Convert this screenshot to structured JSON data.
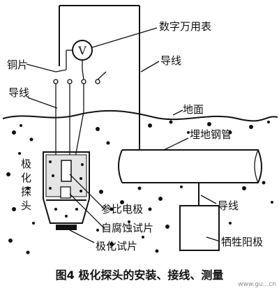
{
  "labels": {
    "multimeter": "数字万用表",
    "meter_symbol": "V",
    "copper_strip": "铜片",
    "wire_upper": "导线",
    "wire_left": "导线",
    "ground": "地面",
    "buried_pipe": "埋地钢管",
    "probe_vertical": [
      "极",
      "化",
      "探",
      "头"
    ],
    "reference_electrode": "参比电极",
    "self_corrosion_coupon": "自腐蚀试片",
    "polarization_coupon": "极化试片",
    "wire_anode": "导线",
    "sacrificial_anode": "牺牲阳极"
  },
  "caption": "图4   极化探头的安装、接线、测量",
  "watermark": "www.gu...cn"
}
